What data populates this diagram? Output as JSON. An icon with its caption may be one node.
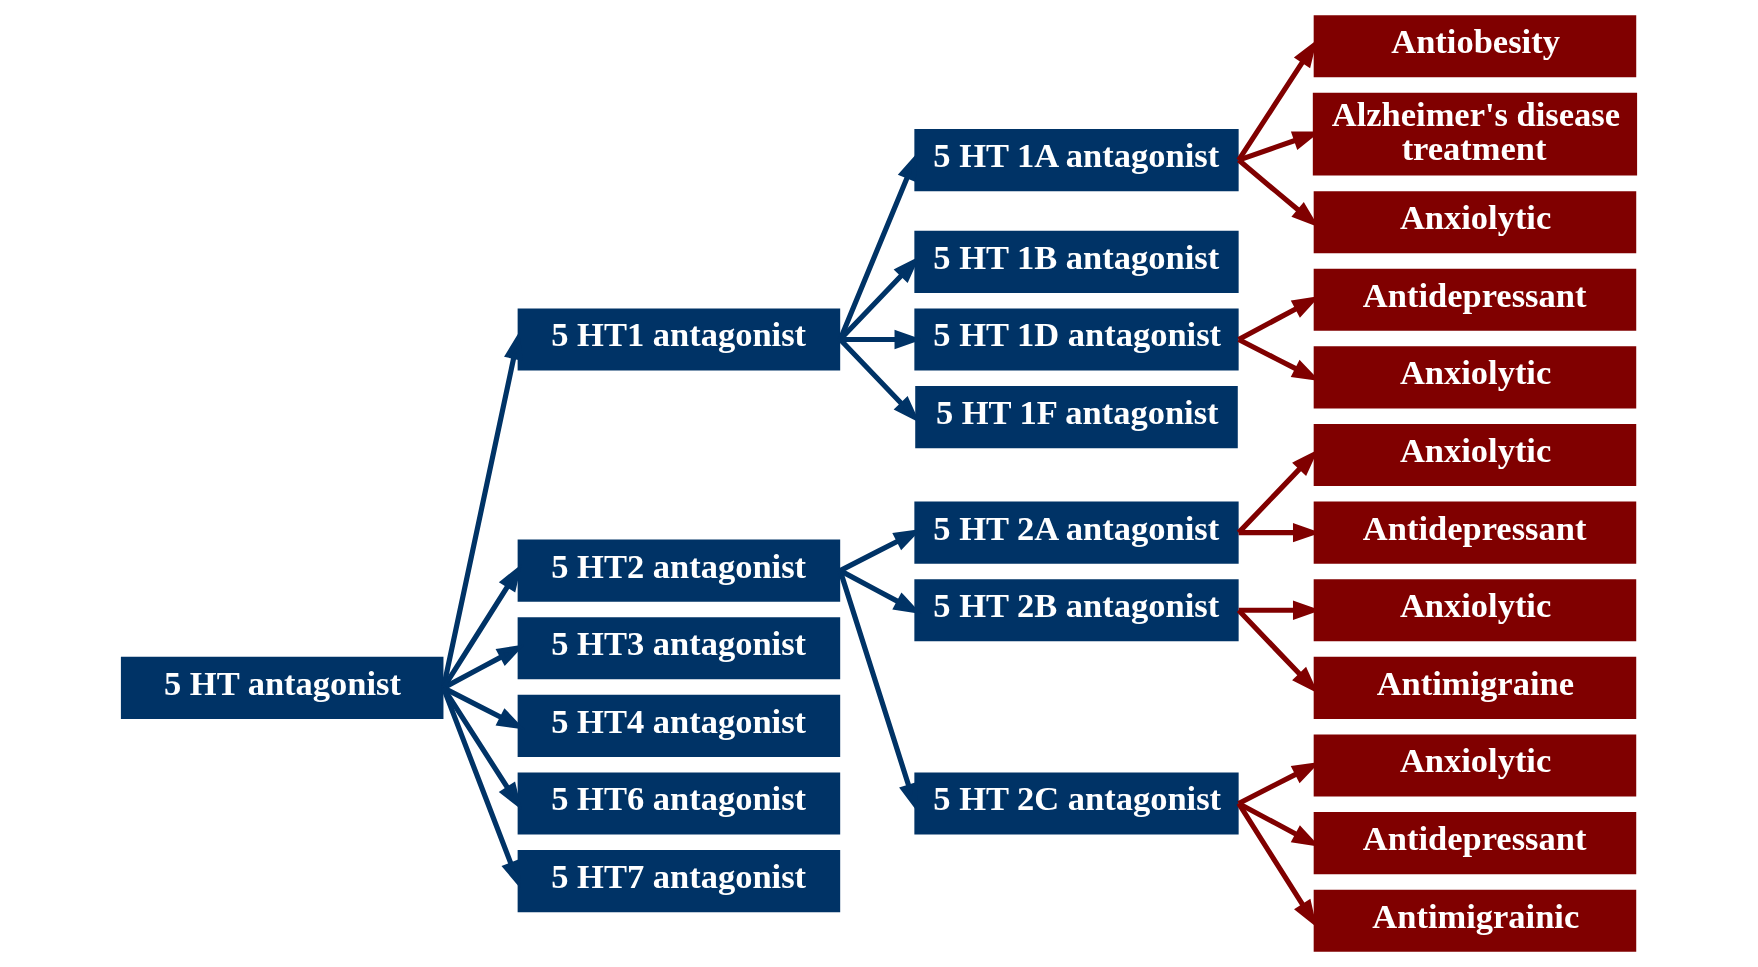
{
  "diagram": {
    "nodes": [
      {
        "text": [
          "5 HT antagonist"
        ]
      },
      {
        "text": [
          "5 HT1 antagonist"
        ]
      },
      {
        "text": [
          "5 HT2 antagonist"
        ]
      },
      {
        "text": [
          "5 HT3 antagonist"
        ]
      },
      {
        "text": [
          "5 HT4 antagonist"
        ]
      },
      {
        "text": [
          "5 HT6 antagonist"
        ]
      },
      {
        "text": [
          "5 HT7 antagonist"
        ]
      },
      {
        "text": [
          "5 HT 1A antagonist"
        ]
      },
      {
        "text": [
          "5 HT 1B antagonist"
        ]
      },
      {
        "text": [
          "5 HT 1D antagonist"
        ]
      },
      {
        "text": [
          "5 HT 1F antagonist"
        ]
      },
      {
        "text": [
          "5 HT 2A antagonist"
        ]
      },
      {
        "text": [
          "5 HT 2B antagonist"
        ]
      },
      {
        "text": [
          "5 HT 2C antagonist"
        ]
      },
      {
        "text": [
          "Antiobesity"
        ]
      },
      {
        "text": [
          "Alzheimer's disease treatment"
        ]
      },
      {
        "text": [
          "Anxiolytic"
        ]
      },
      {
        "text": [
          "Antidepressant"
        ]
      },
      {
        "text": [
          "Anxiolytic"
        ]
      },
      {
        "text": [
          "Anxiolytic"
        ]
      },
      {
        "text": [
          "Antidepressant"
        ]
      },
      {
        "text": [
          "Anxiolytic"
        ]
      },
      {
        "text": [
          "Antimigraine"
        ]
      },
      {
        "text": [
          "Anxiolytic"
        ]
      },
      {
        "text": [
          "Antidepressant"
        ]
      },
      {
        "text": [
          "Antimigrainic"
        ]
      }
    ],
    "edges": [
      {
        "from": 0,
        "to": 1,
        "arrow": "to"
      },
      {
        "from": 0,
        "to": 2,
        "arrow": "to"
      },
      {
        "from": 0,
        "to": 3,
        "arrow": "to"
      },
      {
        "from": 0,
        "to": 4,
        "arrow": "to"
      },
      {
        "from": 0,
        "to": 5,
        "arrow": "to"
      },
      {
        "from": 0,
        "to": 6,
        "arrow": "to"
      },
      {
        "from": 1,
        "to": 7,
        "arrow": "to"
      },
      {
        "from": 1,
        "to": 8,
        "arrow": "to"
      },
      {
        "from": 1,
        "to": 9,
        "arrow": "to"
      },
      {
        "from": 1,
        "to": 10,
        "arrow": "to"
      },
      {
        "from": 2,
        "to": 11,
        "arrow": "to"
      },
      {
        "from": 2,
        "to": 12,
        "arrow": "to"
      },
      {
        "from": 2,
        "to": 13,
        "arrow": "to"
      },
      {
        "from": 7,
        "to": 14,
        "arrow": "to",
        "color": "#800000"
      },
      {
        "from": 7,
        "to": 15,
        "arrow": "to",
        "color": "#800000"
      },
      {
        "from": 7,
        "to": 16,
        "arrow": "to",
        "color": "#800000"
      },
      {
        "from": 9,
        "to": 17,
        "arrow": "to",
        "color": "#800000"
      },
      {
        "from": 9,
        "to": 18,
        "arrow": "to",
        "color": "#800000"
      },
      {
        "from": 11,
        "to": 19,
        "arrow": "to",
        "color": "#800000"
      },
      {
        "from": 11,
        "to": 20,
        "arrow": "to",
        "color": "#800000"
      },
      {
        "from": 12,
        "to": 21,
        "arrow": "to",
        "color": "#800000"
      },
      {
        "from": 12,
        "to": 22,
        "arrow": "to",
        "color": "#800000"
      },
      {
        "from": 13,
        "to": 23,
        "arrow": "to",
        "color": "#800000"
      },
      {
        "from": 13,
        "to": 24,
        "arrow": "to",
        "color": "#800000"
      },
      {
        "from": 13,
        "to": 25,
        "arrow": "to",
        "color": "#800000"
      }
    ]
  }
}
